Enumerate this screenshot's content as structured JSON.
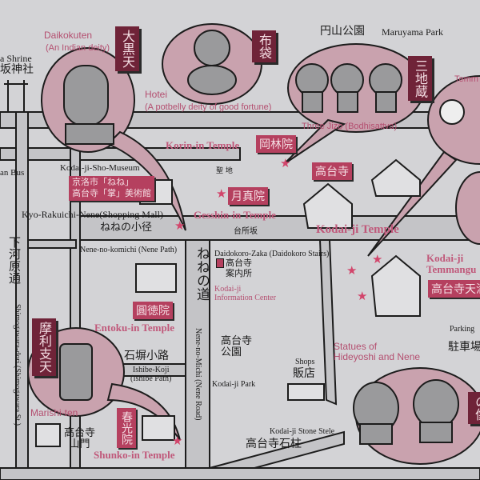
{
  "map": {
    "labels": {
      "daikokuten": "Daikokuten",
      "daikokuten_sub": "(An Indian deity)",
      "daikokuten_jp": "大黒天",
      "shrine": "a Shrine",
      "shrine_jp": "坂神社",
      "hotei_jp": "布袋",
      "hotei": "Hotei",
      "hotei_sub": "(A potbelly deity of good fortune)",
      "maruyama_jp": "円山公園",
      "maruyama": "Maruyama Park",
      "sanjizo_jp": "三地蔵",
      "three_jizo": "Three Jizo (Bodhisattva)",
      "temm": "Temm",
      "korin": "Korin-in Temple",
      "korin_jp": "岡林院",
      "kodaiji_jp": "高台寺",
      "seichi": "聖 地",
      "gesshin_jp": "月真院",
      "gesshin": "Gesshin-in Temple",
      "museum": "Kodai-ji-Sho-Museum",
      "museum_jp1": "京洛市「ねね」",
      "museum_jp2": "高台寺「掌」美術館",
      "rakuichi": "Kyo-Rakuichi-Nene(Shopping Mall)",
      "nene_komichi_jp": "ねねの小径",
      "bus": "an Bus",
      "daidokoro_jp": "台所坂",
      "daidokoro": "Daidokoro-Zaka (Daidokoro Stairs)",
      "info_jp1": "高台寺",
      "info_jp2": "案内所",
      "info1": "Kodai-ji",
      "info2": "Information Center",
      "kodaiji_temple": "Kodai-ji Temple",
      "temmangu1": "Kodai-ji",
      "temmangu2": "Temmangu",
      "temmangu_jp": "高台寺天満",
      "parking": "Parking",
      "parking_jp": "駐車場",
      "shimogawara_jp": "下河原通",
      "shimogawara": "Shimogawara-dori (Shimogawara St.)",
      "nene_path": "Nene-no-komichi (Nene Path)",
      "entoku_jp": "圓徳院",
      "entoku": "Entoku-in Temple",
      "nene_michi_jp": "ねねの道",
      "nene_michi": "Nene-no-Michi (Nene Road)",
      "ishibe_jp": "石塀小路",
      "ishibe1": "Ishibe-Koji",
      "ishibe2": "(Ishibe Path)",
      "marishi_jp": "摩利支天",
      "marishi": "Marishi-ten",
      "shunko_jp": "春光院",
      "sanmon_jp1": "高台寺",
      "sanmon_jp2": "山門",
      "shunko": "Shunko-in Temple",
      "park_jp": "高台寺公園",
      "park": "Kodai-ji Park",
      "shops": "Shops",
      "shops_jp": "販店",
      "statues1": "Statues of",
      "statues2": "Hideyoshi and Nene",
      "stele": "Kodai-ji Stone Stele",
      "stele_jp": "高台寺石柱",
      "side_jp": "の像"
    },
    "colors": {
      "background": "#d3d3d6",
      "bubble": "#c9a2ae",
      "label_box": "#b5405f",
      "deity_box": "#6f2338",
      "text_pink": "#b44f70"
    }
  }
}
